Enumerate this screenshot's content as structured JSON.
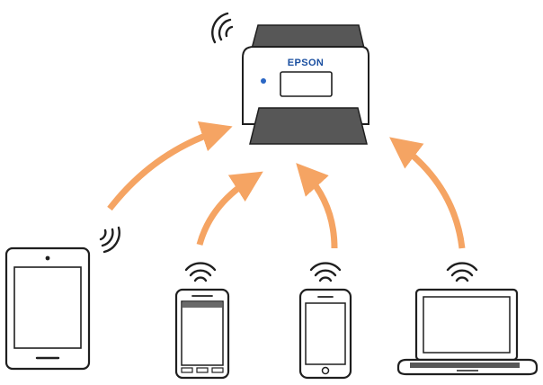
{
  "scanner": {
    "brand": "EPSON",
    "icon": "scanner-icon",
    "wifi_icon": "wifi-icon"
  },
  "devices": [
    {
      "name": "tablet",
      "icon": "tablet-icon",
      "wifi_icon": "wifi-icon"
    },
    {
      "name": "smartphone-android",
      "icon": "smartphone-icon",
      "wifi_icon": "wifi-icon"
    },
    {
      "name": "smartphone-ios",
      "icon": "smartphone-icon",
      "wifi_icon": "wifi-icon"
    },
    {
      "name": "laptop",
      "icon": "laptop-icon",
      "wifi_icon": "wifi-icon"
    }
  ],
  "colors": {
    "arrow": "#f5a463",
    "outline": "#1f1f1f",
    "tray": "#575757",
    "brand": "#1a4fa0",
    "led": "#2a66c4",
    "screen_fill": "#ffffff"
  }
}
